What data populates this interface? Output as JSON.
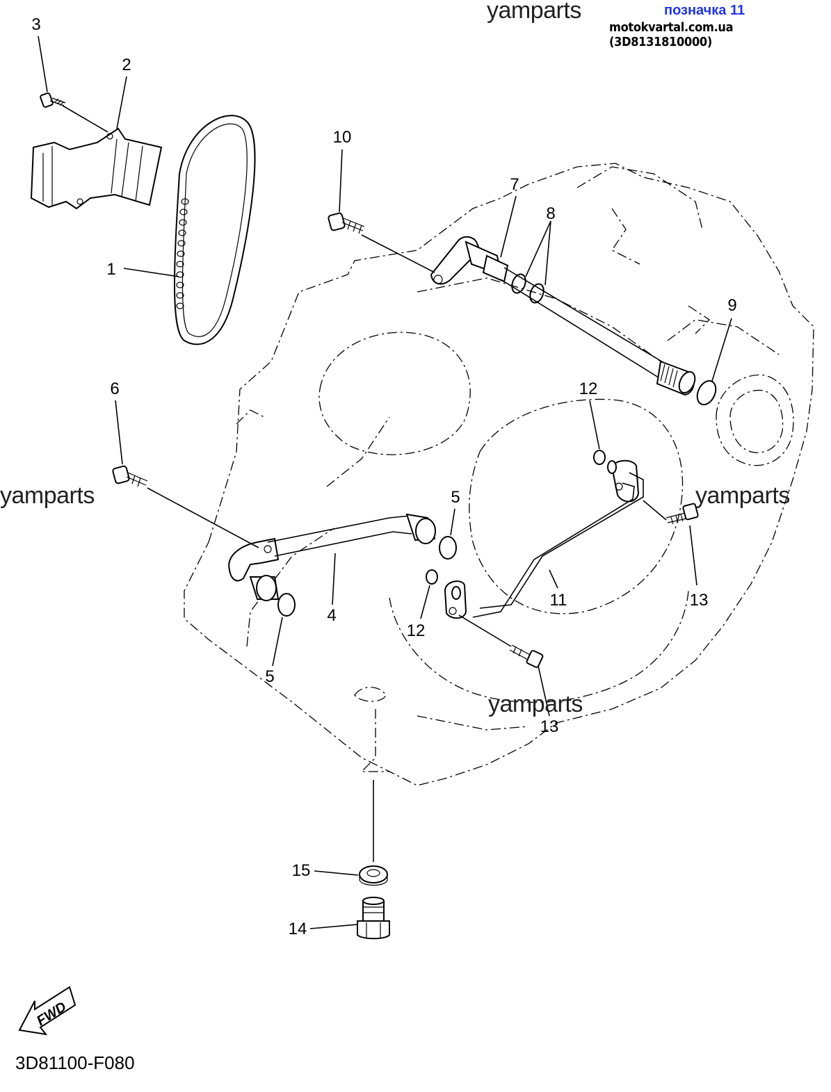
{
  "header": {
    "watermark_top": "yamparts",
    "tag": "позначка 11",
    "source": "motokvartal.com.ua (3D8131810000)"
  },
  "watermarks": [
    "yamparts",
    "yamparts",
    "yamparts",
    "yamparts"
  ],
  "callouts": [
    "3",
    "2",
    "1",
    "10",
    "7",
    "8",
    "9",
    "6",
    "12",
    "5",
    "4",
    "12",
    "5",
    "11",
    "13",
    "13",
    "15",
    "14"
  ],
  "fwd_label": "FWD",
  "diagram_code": "3D81100-F080"
}
